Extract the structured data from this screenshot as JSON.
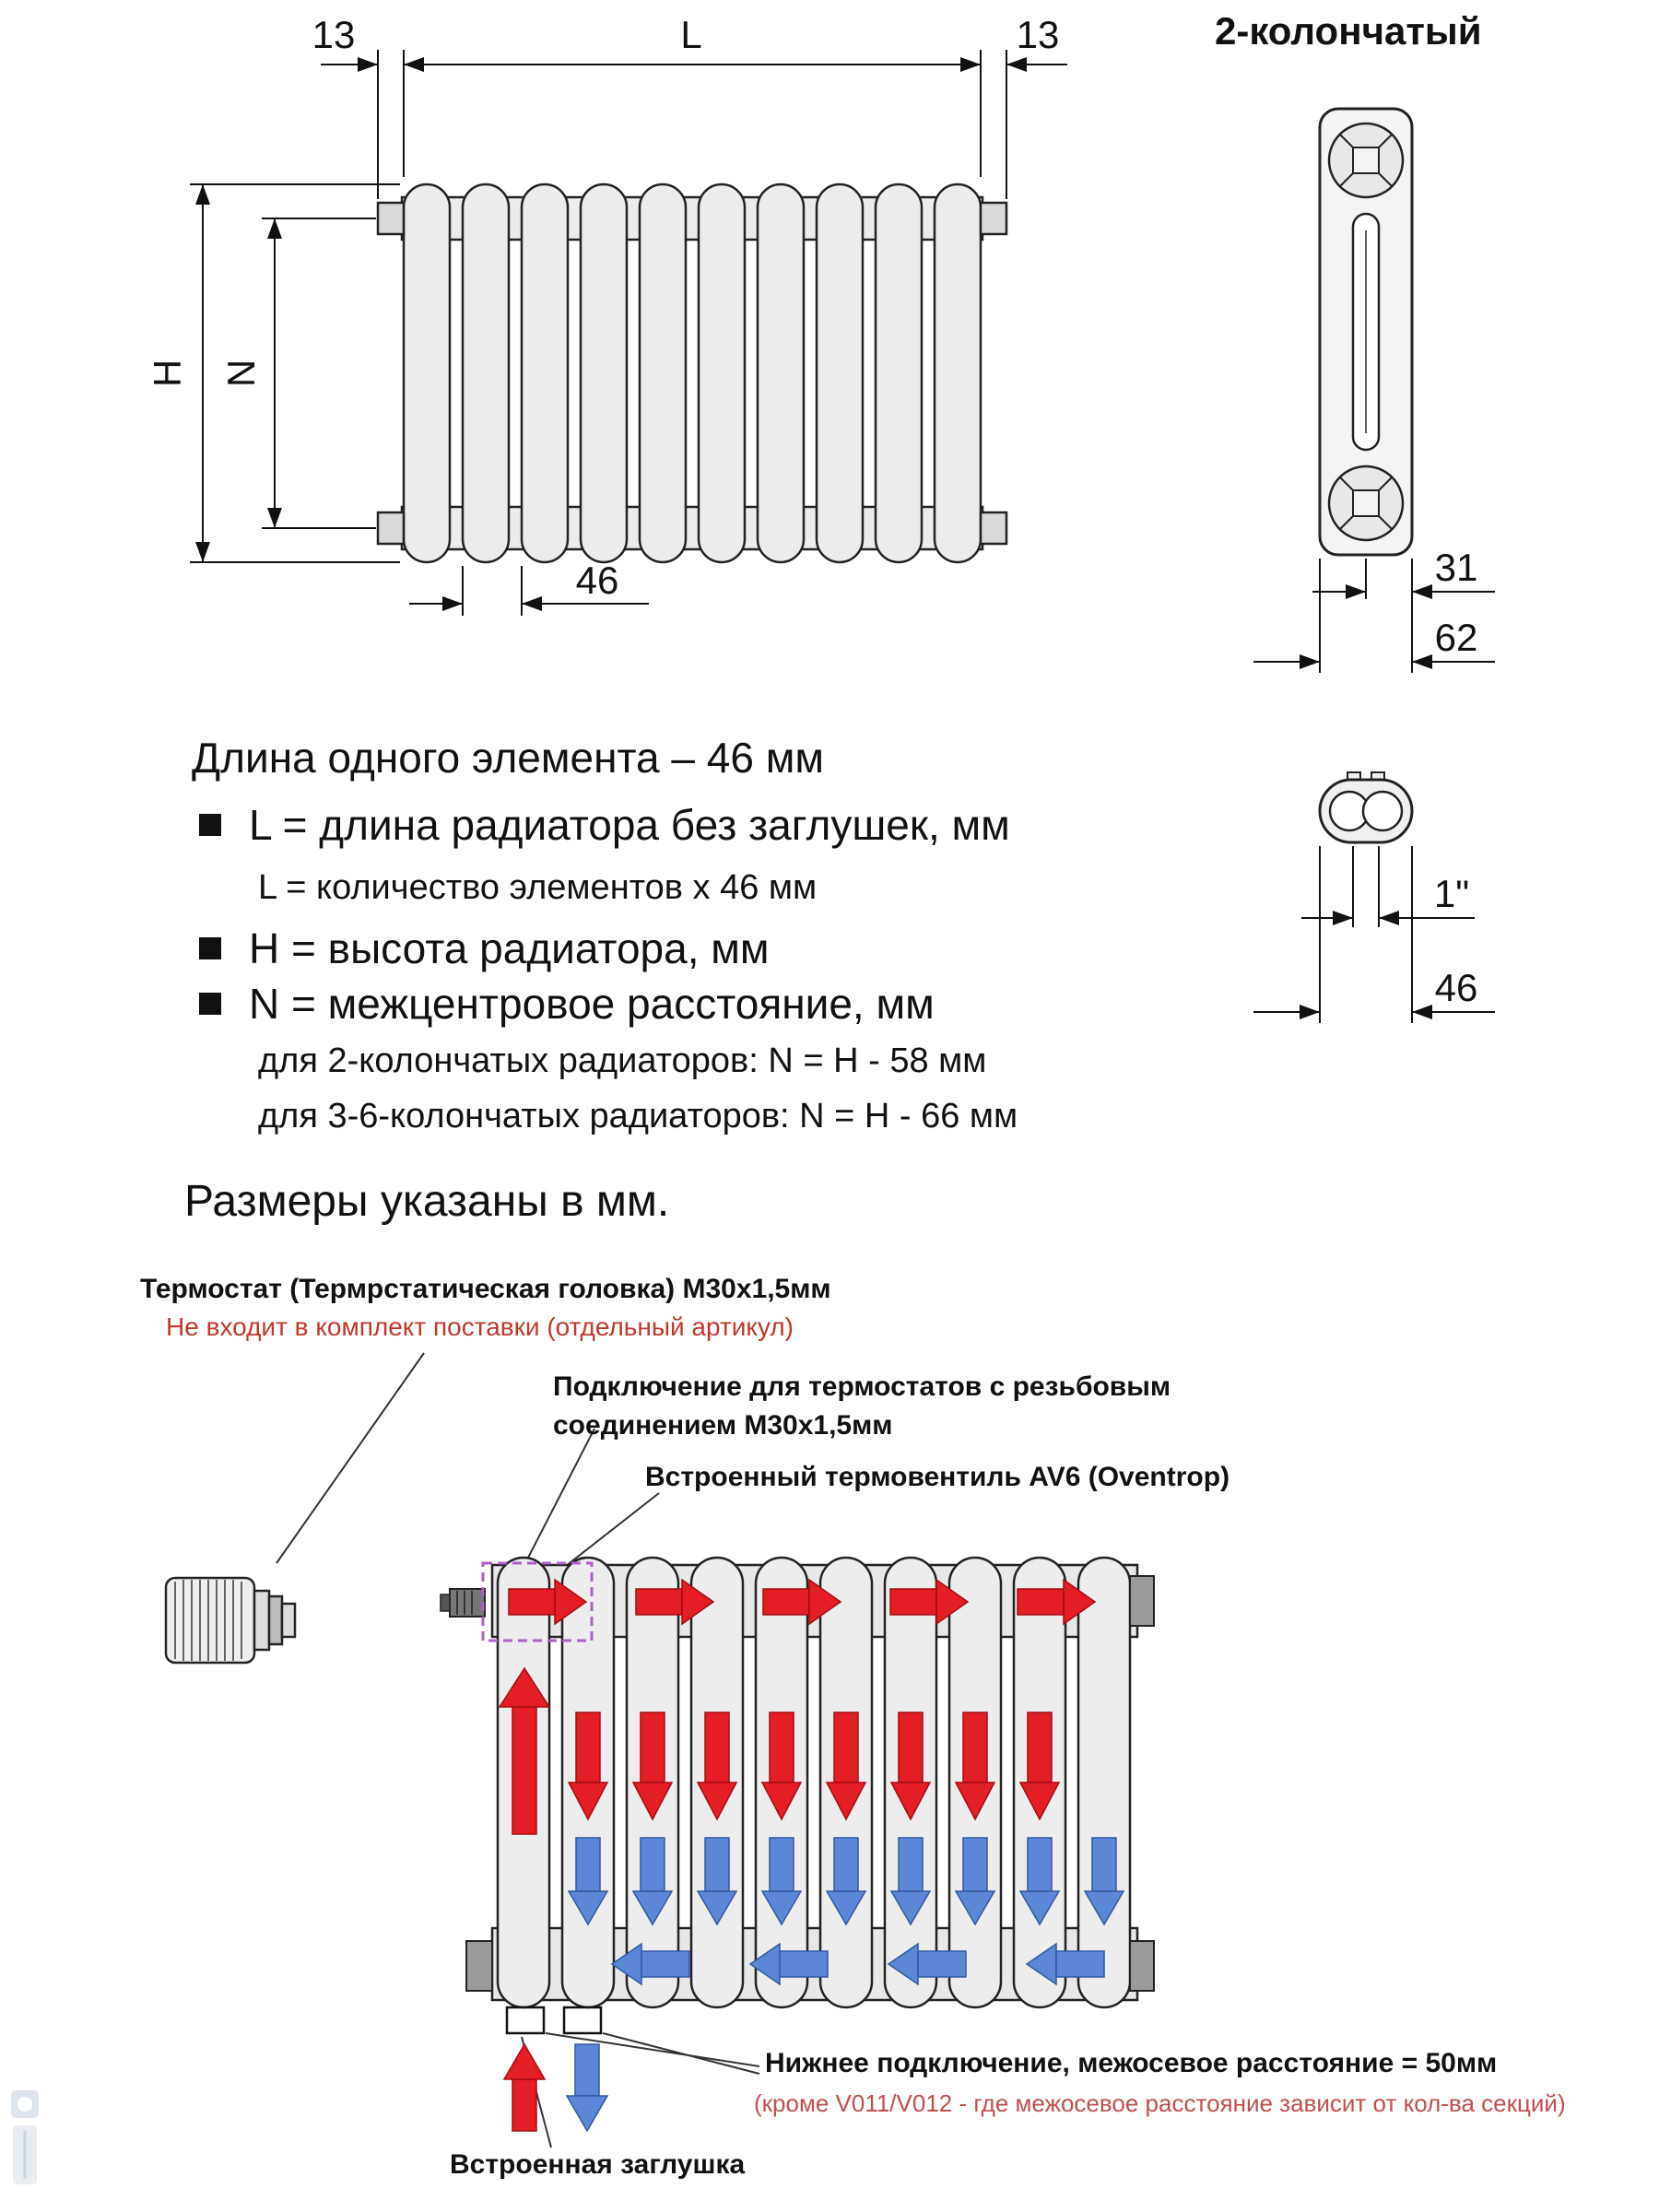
{
  "top_drawing": {
    "title_right": "2-колончатый",
    "dims": {
      "cap_left": "13",
      "length": "L",
      "cap_right": "13",
      "height": "H",
      "centers": "N",
      "element_width": "46",
      "half_depth": "31",
      "depth": "62",
      "thread": "1\"",
      "element_length": "46"
    }
  },
  "legend": {
    "intro": "Длина одного элемента – 46 мм",
    "b1_label": "L = длина радиатора без заглушек, мм",
    "b1_sub": "L = количество элементов x 46 мм",
    "b2_label": "H = высота радиатора, мм",
    "b3_label": "N = межцентровое расстояние, мм",
    "b3_sub1": "для 2-колончатых радиаторов: N = H - 58 мм",
    "b3_sub2": "для 3-6-колончатых радиаторов: N = H - 66 мм",
    "footer": "Размеры указаны в мм."
  },
  "flow": {
    "thermostat_label": "Термостат (Термрстатическая головка) М30х1,5мм",
    "thermostat_note": "Не входит в комплект поставки (отдельный артикул)",
    "connection_line1": "Подключение для термостатов с резьбовым",
    "connection_line2": "соединением М30х1,5мм",
    "valve_label": "Встроенный термовентиль AV6 (Oventrop)",
    "bottom_label": "Нижнее подключение, межосевое расстояние = 50мм",
    "bottom_note": "(кроме V011/V012 - где межосевое расстояние зависит от кол-ва секций)",
    "plug_label": "Встроенная заглушка",
    "colors": {
      "hot": "#e31e24",
      "cold": "#5b87d6",
      "valve_dash": "#b05fc9",
      "note_red": "#c0392b",
      "note_pink": "#c0504d"
    }
  }
}
